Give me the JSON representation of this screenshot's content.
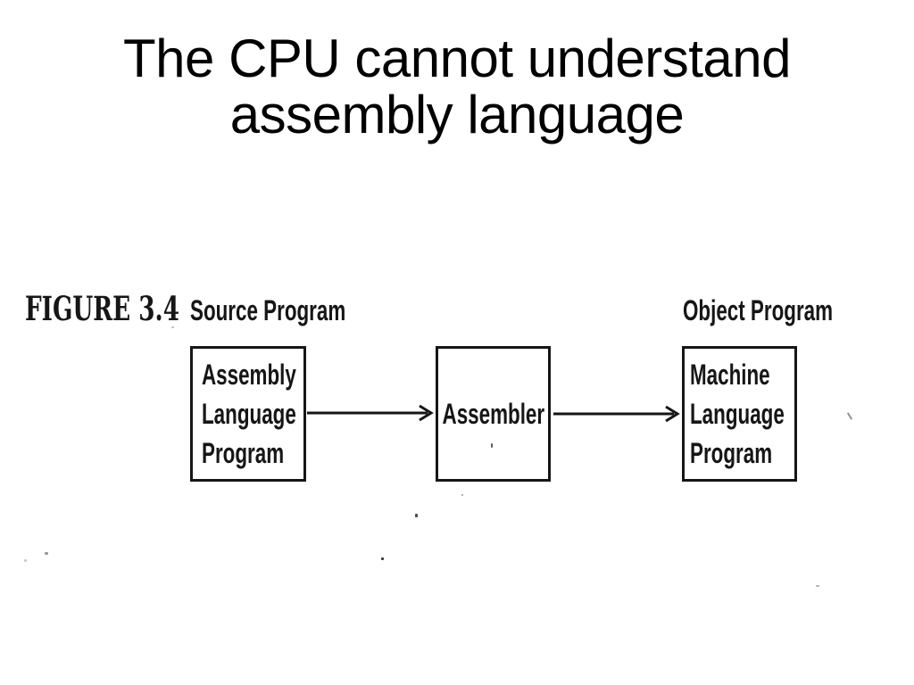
{
  "title": {
    "line1": "The CPU cannot understand",
    "line2": "assembly language"
  },
  "figure": {
    "figure_label": "FIGURE 3.4",
    "source_program_label": "Source Program",
    "object_program_label": "Object Program",
    "assembly_box": {
      "line1": "Assembly",
      "line2": "Language",
      "line3": "Program"
    },
    "assembler_box": {
      "line1": "Assembler"
    },
    "machine_box": {
      "line1": "Machine",
      "line2": "Language",
      "line3": "Program"
    }
  },
  "colors": {
    "ink": "#161616",
    "title_ink": "#000000",
    "background": "#ffffff"
  }
}
